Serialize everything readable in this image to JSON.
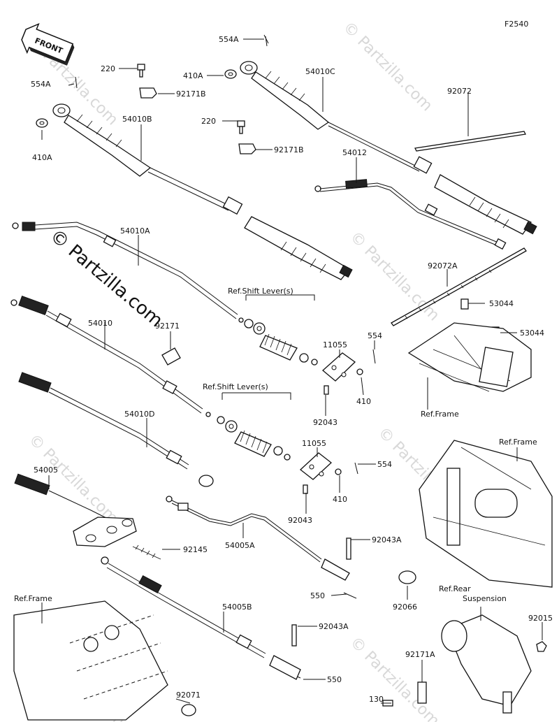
{
  "figure_code": "F2540",
  "watermark": "© Partzilla.com",
  "front_label": "FRONT",
  "parts": {
    "p554A_top": "554A",
    "p554A_left": "554A",
    "p220_a": "220",
    "p220_b": "220",
    "p410A_a": "410A",
    "p410A_b": "410A",
    "p92171B_a": "92171B",
    "p92171B_b": "92171B",
    "p54010C": "54010C",
    "p54010B": "54010B",
    "p92072": "92072",
    "p54012": "54012",
    "p54010A": "54010A",
    "p92072A": "92072A",
    "p53044_a": "53044",
    "p53044_b": "53044",
    "p54010": "54010",
    "p92171": "92171",
    "p11055_a": "11055",
    "p11055_b": "11055",
    "p554_a": "554",
    "p554_b": "554",
    "p410_a": "410",
    "p410_b": "410",
    "p92043_a": "92043",
    "p92043_b": "92043",
    "p54010D": "54010D",
    "p54005": "54005",
    "p92145": "92145",
    "p54005A": "54005A",
    "p92043A_a": "92043A",
    "p92043A_b": "92043A",
    "p550_a": "550",
    "p550_b": "550",
    "p92066": "92066",
    "p54005B": "54005B",
    "p92071": "92071",
    "p92015": "92015",
    "p92171A": "92171A",
    "p130": "130"
  },
  "references": {
    "shift_lever_1": "Ref.Shift Lever(s)",
    "shift_lever_2": "Ref.Shift Lever(s)",
    "frame_1": "Ref.Frame",
    "frame_2": "Ref.Frame",
    "frame_3": "Ref.Frame",
    "rear_suspension_1": "Ref.Rear",
    "rear_suspension_2": "Suspension"
  }
}
